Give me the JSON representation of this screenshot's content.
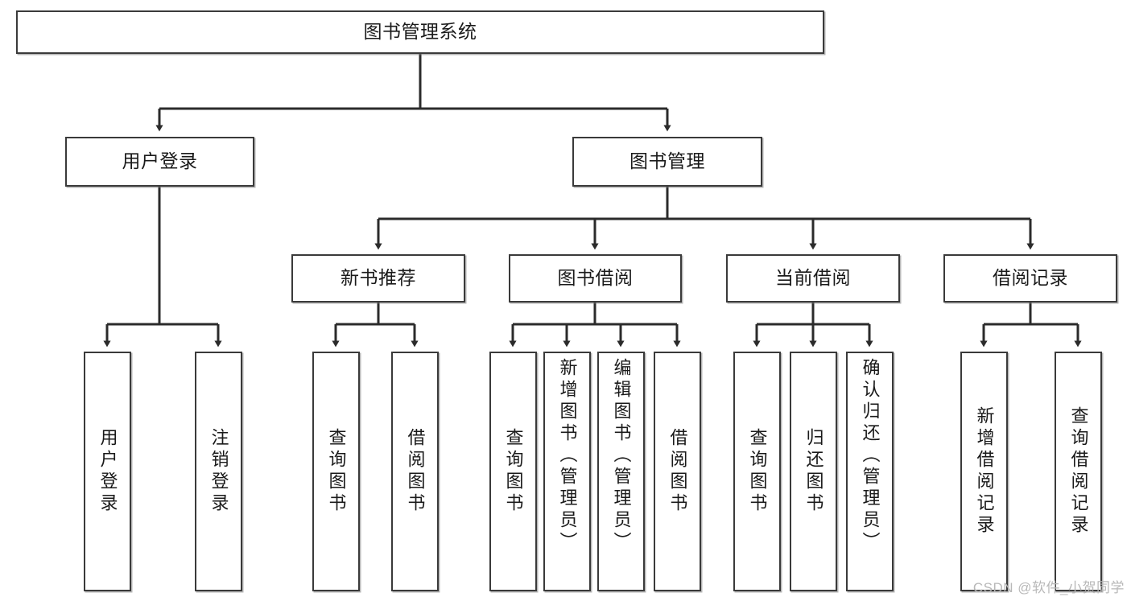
{
  "diagram": {
    "title": "图书管理系统",
    "type": "tree-hierarchy",
    "watermark": "CSDN @软件_小贺同学",
    "colors": {
      "border": "#3a3a3a",
      "background": "#ffffff",
      "text": "#1a1a1a",
      "edge": "#2b2b2b",
      "watermark": "#b8b8b8"
    }
  },
  "nodes": {
    "root": {
      "label": "图书管理系统"
    },
    "level2": [
      {
        "id": "user-login",
        "label": "用户登录"
      },
      {
        "id": "book-management",
        "label": "图书管理"
      }
    ],
    "level3": [
      {
        "id": "new-book-recommend",
        "label": "新书推荐"
      },
      {
        "id": "book-borrow",
        "label": "图书借阅"
      },
      {
        "id": "current-borrow",
        "label": "当前借阅"
      },
      {
        "id": "borrow-record",
        "label": "借阅记录"
      }
    ],
    "leaves": {
      "user_login": [
        {
          "id": "leaf-user-login",
          "label": "用户登录"
        },
        {
          "id": "leaf-logout",
          "label": "注销登录"
        }
      ],
      "new_book_recommend": [
        {
          "id": "leaf-query-book-1",
          "label": "查询图书"
        },
        {
          "id": "leaf-borrow-book-1",
          "label": "借阅图书"
        }
      ],
      "book_borrow": [
        {
          "id": "leaf-query-book-2",
          "label": "查询图书"
        },
        {
          "id": "leaf-add-book",
          "label": "新增图书（管理员）"
        },
        {
          "id": "leaf-edit-book",
          "label": "编辑图书（管理员）"
        },
        {
          "id": "leaf-borrow-book-2",
          "label": "借阅图书"
        }
      ],
      "current_borrow": [
        {
          "id": "leaf-query-book-3",
          "label": "查询图书"
        },
        {
          "id": "leaf-return-book",
          "label": "归还图书"
        },
        {
          "id": "leaf-confirm-return",
          "label": "确认归还（管理员）"
        }
      ],
      "borrow_record": [
        {
          "id": "leaf-add-record",
          "label": "新增借阅记录"
        },
        {
          "id": "leaf-query-record",
          "label": "查询借阅记录"
        }
      ]
    }
  }
}
